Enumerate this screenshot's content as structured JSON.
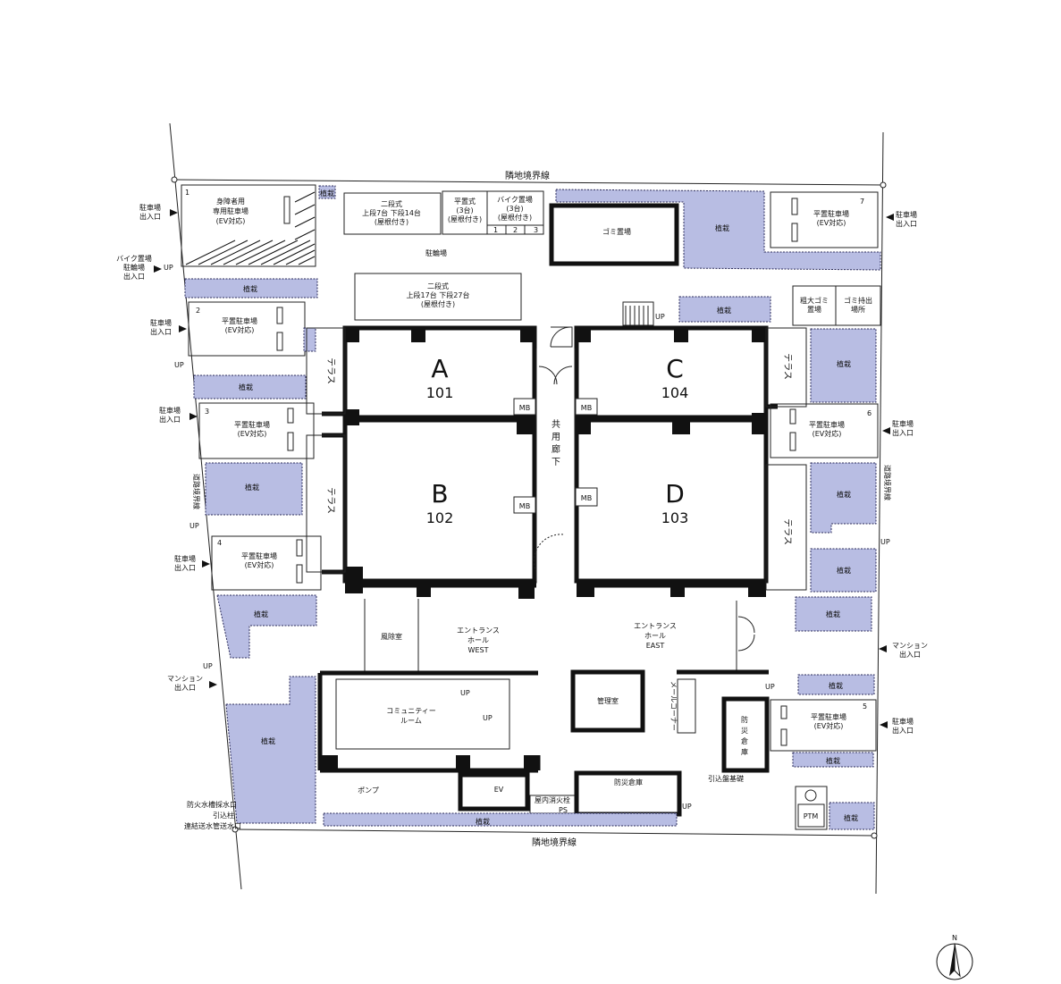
{
  "labels": {
    "boundary_top": "隣地境界線",
    "boundary_bottom": "隣地境界線",
    "road_left": "道路境界線",
    "road_right": "道路境界線",
    "bicycle": "駐輪場",
    "parking_entrance": "駐車場\n出入口",
    "bike_entrance": "バイク置場\n駐輪場\n出入口",
    "mansion_entrance": "マンション\n出入口",
    "disabled_parking": "身障者用\n専用駐車場\n(EV対応)",
    "flat_parking": "平置駐車場\n(EV対応)",
    "flat_parking_plain": "平置駐車場\n(EV対応)",
    "two_tier_1": "二段式\n上段7台 下段14台\n(屋根付き)",
    "two_tier_2": "二段式\n上段17台 下段27台\n(屋根付き)",
    "flat_type": "平置式\n(3台)\n(屋根付き)",
    "bike_storage": "バイク置場\n(3台)\n(屋根付き)",
    "garbage": "ゴミ置場",
    "bulky_garbage": "粗大ゴミ\n置場",
    "garbage_collection": "ゴミ持出\n場所",
    "planting": "植栽",
    "terrace": "テラス",
    "corridor": "共用廊下",
    "wind_room": "風除室",
    "entrance_west": "エントランス\nホール\nWEST",
    "entrance_east": "エントランス\nホール\nEAST",
    "community": "コミュニティー\nルーム",
    "management": "管理室",
    "mail_corner": "メールコーナー",
    "disaster_storage_1": "防災倉庫",
    "disaster_storage_2": "防災倉庫",
    "intake_base": "引込盤基礎",
    "pump": "ポンプ",
    "ev": "EV",
    "fire_hydrant": "屋内消火栓",
    "ps": "PS",
    "ptm": "PTM",
    "mb": "MB",
    "up": "UP",
    "water_tank": "防火水槽採水口",
    "intake_pole": "引込柱",
    "connection_pipe": "連結送水管送水口",
    "north": "N",
    "bike_nums": [
      "1",
      "2",
      "3"
    ]
  },
  "units": [
    {
      "letter": "A",
      "number": "101"
    },
    {
      "letter": "B",
      "number": "102"
    },
    {
      "letter": "C",
      "number": "104"
    },
    {
      "letter": "D",
      "number": "103"
    }
  ],
  "parking_numbers": [
    "1",
    "2",
    "3",
    "4",
    "5",
    "6",
    "7"
  ],
  "colors": {
    "planting": "#b8bde3",
    "walls": "#111111"
  }
}
